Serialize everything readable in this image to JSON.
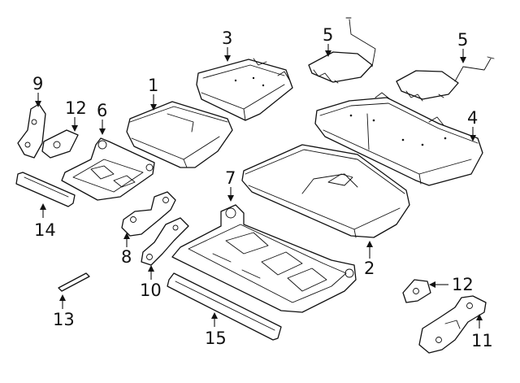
{
  "diagram": {
    "callouts": [
      {
        "id": "c1",
        "label": "1"
      },
      {
        "id": "c2",
        "label": "2"
      },
      {
        "id": "c3",
        "label": "3"
      },
      {
        "id": "c4",
        "label": "4"
      },
      {
        "id": "c5a",
        "label": "5"
      },
      {
        "id": "c5b",
        "label": "5"
      },
      {
        "id": "c6",
        "label": "6"
      },
      {
        "id": "c7",
        "label": "7"
      },
      {
        "id": "c8",
        "label": "8"
      },
      {
        "id": "c9",
        "label": "9"
      },
      {
        "id": "c10",
        "label": "10"
      },
      {
        "id": "c11",
        "label": "11"
      },
      {
        "id": "c12a",
        "label": "12"
      },
      {
        "id": "c12b",
        "label": "12"
      },
      {
        "id": "c13",
        "label": "13"
      },
      {
        "id": "c14",
        "label": "14"
      },
      {
        "id": "c15",
        "label": "15"
      }
    ]
  }
}
